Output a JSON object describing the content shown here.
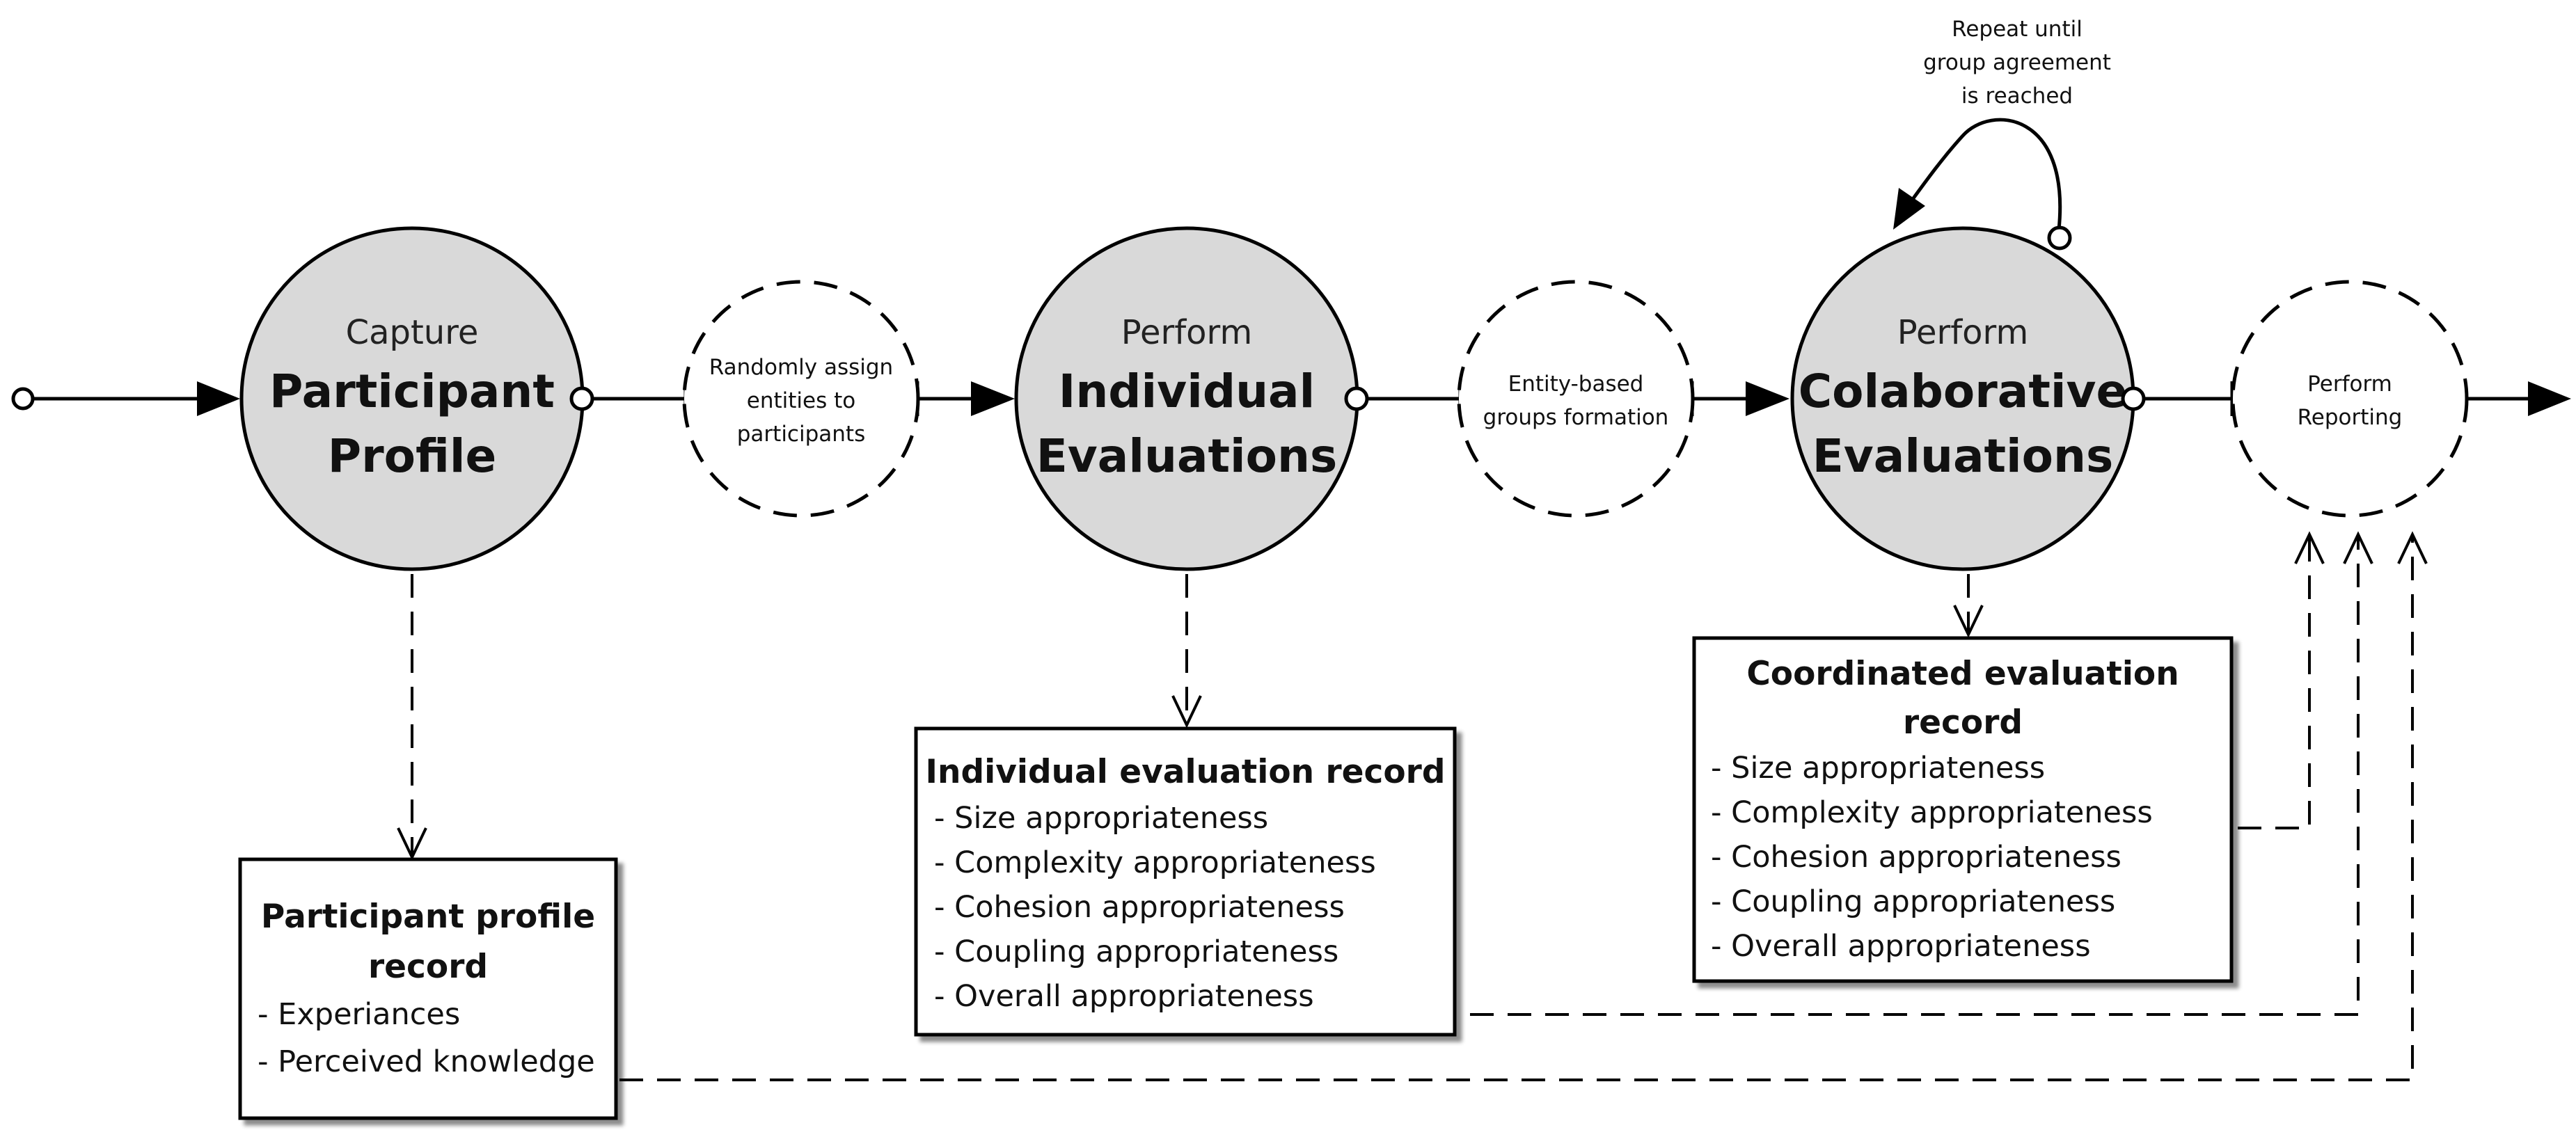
{
  "processes": {
    "capture": {
      "top": "Capture",
      "line1": "Participant",
      "line2": "Profile"
    },
    "individual": {
      "top": "Perform",
      "line1": "Individual",
      "line2": "Evaluations"
    },
    "collaborative": {
      "top": "Perform",
      "line1": "Colaborative",
      "line2": "Evaluations"
    }
  },
  "steps": {
    "assign": {
      "line1": "Randomly assign",
      "line2": "entities to",
      "line3": "participants"
    },
    "groups": {
      "line1": "Entity-based",
      "line2": "groups formation"
    },
    "reporting": {
      "line1": "Perform",
      "line2": "Reporting"
    }
  },
  "loop_note": {
    "line1": "Repeat until",
    "line2": "group agreement",
    "line3": "is reached"
  },
  "records": {
    "profile": {
      "title_line1": "Participant profile",
      "title_line2": "record",
      "items": [
        "- Experiances",
        "- Perceived knowledge"
      ]
    },
    "individual": {
      "title_line1": "Individual evaluation record",
      "items": [
        "- Size appropriateness",
        "- Complexity  appropriateness",
        "- Cohesion  appropriateness",
        "- Coupling  appropriateness",
        "- Overall appropriateness"
      ]
    },
    "coordinated": {
      "title_line1": "Coordinated evaluation",
      "title_line2": "record",
      "items": [
        "- Size appropriateness",
        "- Complexity  appropriateness",
        "- Cohesion  appropriateness",
        "- Coupling  appropriateness",
        "- Overall appropriateness"
      ]
    }
  }
}
